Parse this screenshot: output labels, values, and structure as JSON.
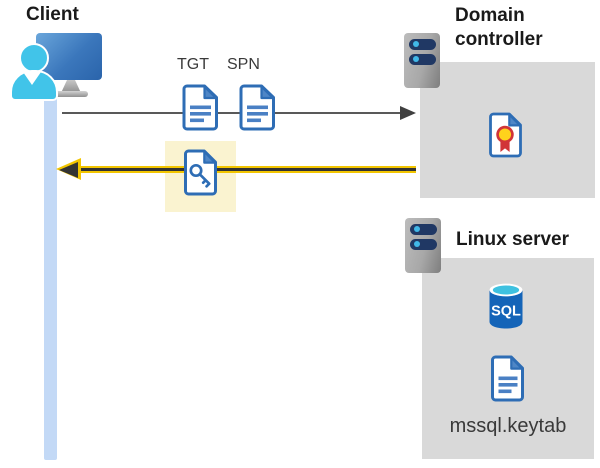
{
  "client": {
    "label": "Client"
  },
  "tickets": {
    "tgt_label": "TGT",
    "spn_label": "SPN"
  },
  "domain_controller": {
    "label": "Domain controller"
  },
  "linux_server": {
    "label": "Linux server",
    "sql_badge": "SQL",
    "keytab_label": "mssql.keytab"
  },
  "colors": {
    "accent_yellow": "#F2C500",
    "highlight_yellow": "#FAF3D0",
    "icon_blue": "#2E6DB5",
    "panel_gray": "#D9D9D9",
    "client_bar_blue": "#C3D9F6",
    "sql_blue": "#1464B8",
    "cyan": "#41B8E8",
    "navy": "#203864",
    "cert_red": "#D13438",
    "cert_gold": "#FFD21C"
  },
  "icons": {
    "client": "user-with-monitor",
    "request": "right-arrow-gray",
    "response": "left-arrow-yellow-highlight",
    "tgt": "document-with-lines",
    "spn": "document-with-lines",
    "service_ticket": "document-with-key",
    "domain_controller": "server-rack",
    "certificate": "document-with-ribbon-seal",
    "linux_server": "server-rack",
    "database": "sql-database-cylinder",
    "keytab": "document-with-lines"
  }
}
